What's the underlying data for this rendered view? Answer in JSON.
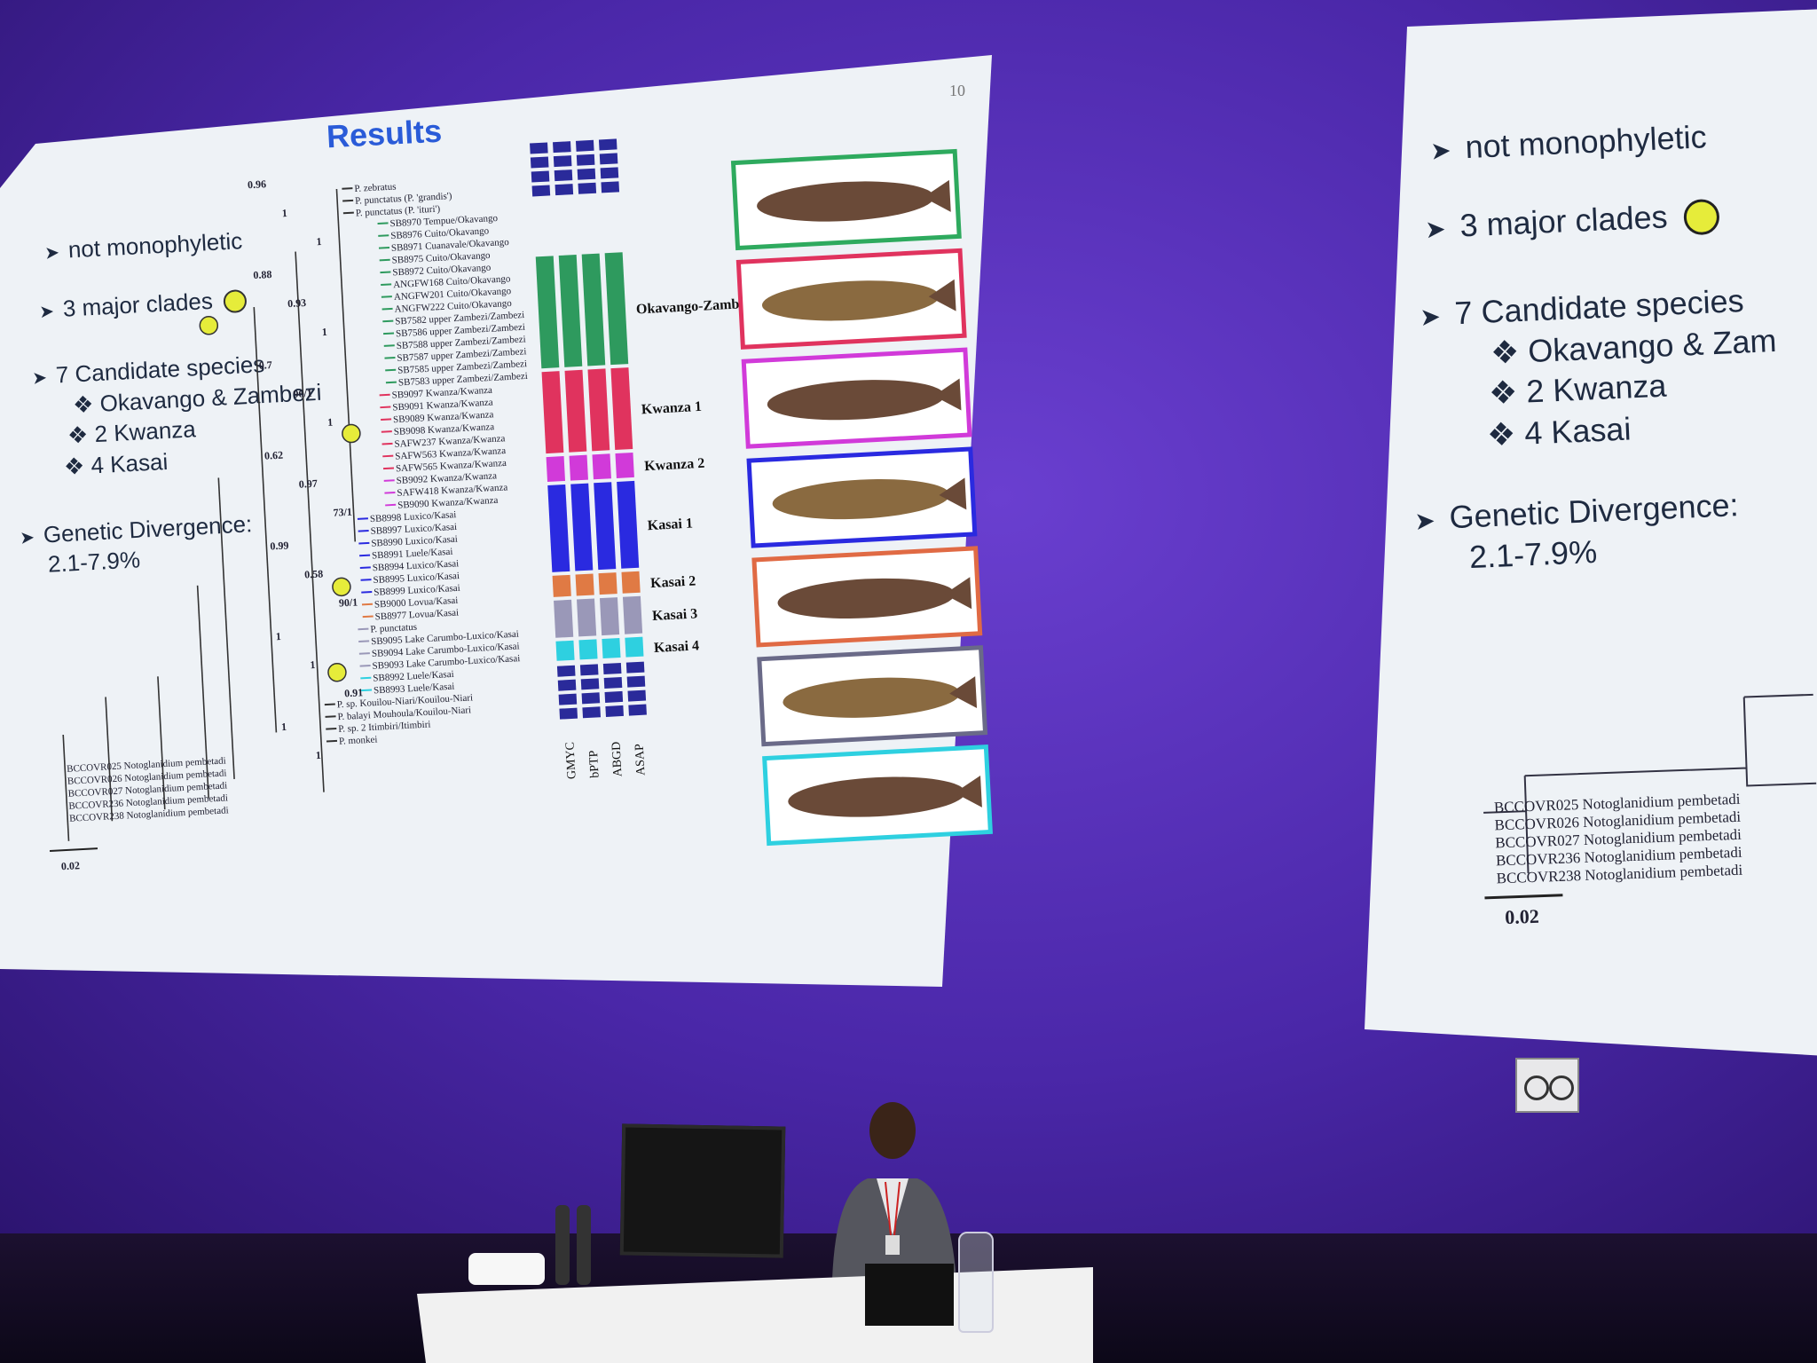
{
  "main_slide": {
    "page_number": "10",
    "title": "Results",
    "bullets": [
      {
        "text": "not monophyletic",
        "icon": "arrow-bullet"
      },
      {
        "text": "3 major clades",
        "icon": "arrow-bullet",
        "marker": "yellow-dot"
      },
      {
        "text": "7 Candidate species",
        "icon": "arrow-bullet"
      }
    ],
    "sub_bullets": [
      "Okavango & Zambezi",
      "2 Kwanza",
      "4 Kasai"
    ],
    "divergence_label": "Genetic Divergence:",
    "divergence_value": "2.1-7.9%",
    "scale_bar": "0.02",
    "tree": {
      "support_values": [
        "0.96",
        "1",
        "1",
        "0.88",
        "0.93",
        "1",
        "0.7",
        "96/1",
        "1",
        "0.62",
        "0.97",
        "73/1",
        "0.99",
        "0.58",
        "90/1",
        "1",
        "1",
        "0.91",
        "1",
        "1"
      ],
      "taxa": [
        "P. zebratus",
        "P. punctatus (P. 'grandis')",
        "P. punctatus (P. 'ituri')",
        "SB8970 Tempue/Okavango",
        "SB8976 Cuito/Okavango",
        "SB8971 Cuanavale/Okavango",
        "SB8975 Cuito/Okavango",
        "SB8972 Cuito/Okavango",
        "ANGFW168 Cuito/Okavango",
        "ANGFW201 Cuito/Okavango",
        "ANGFW222 Cuito/Okavango",
        "SB7582 upper Zambezi/Zambezi",
        "SB7586 upper Zambezi/Zambezi",
        "SB7588 upper Zambezi/Zambezi",
        "SB7587 upper Zambezi/Zambezi",
        "SB7585 upper Zambezi/Zambezi",
        "SB7583 upper Zambezi/Zambezi",
        "SB9097 Kwanza/Kwanza",
        "SB9091 Kwanza/Kwanza",
        "SB9089 Kwanza/Kwanza",
        "SB9098 Kwanza/Kwanza",
        "SAFW237 Kwanza/Kwanza",
        "SAFW563 Kwanza/Kwanza",
        "SAFW565 Kwanza/Kwanza",
        "SB9092 Kwanza/Kwanza",
        "SAFW418 Kwanza/Kwanza",
        "SB9090 Kwanza/Kwanza",
        "SB8998 Luxico/Kasai",
        "SB8997 Luxico/Kasai",
        "SB8990 Luxico/Kasai",
        "SB8991 Luele/Kasai",
        "SB8994 Luxico/Kasai",
        "SB8995 Luxico/Kasai",
        "SB8999 Luxico/Kasai",
        "SB9000 Lovua/Kasai",
        "SB8977 Lovua/Kasai",
        "P. punctatus",
        "SB9095 Lake Carumbo-Luxico/Kasai",
        "SB9094 Lake Carumbo-Luxico/Kasai",
        "SB9093 Lake Carumbo-Luxico/Kasai",
        "SB8992 Luele/Kasai",
        "SB8993 Luele/Kasai",
        "P. sp. Kouilou-Niari/Kouilou-Niari",
        "P. balayi Mouhoula/Kouilou-Niari",
        "P. sp. 2 Itimbiri/Itimbiri",
        "P. monkei"
      ],
      "outgroup": [
        "BCCOVR025 Notoglanidium pembetadi",
        "BCCOVR026 Notoglanidium pembetadi",
        "BCCOVR027 Notoglanidium pembetadi",
        "BCCOVR236 Notoglanidium pembetadi",
        "BCCOVR238 Notoglanidium pembetadi"
      ]
    },
    "clades": [
      {
        "label": "Okavango-Zambezi",
        "color": "#2e9a5e"
      },
      {
        "label": "Kwanza 1",
        "color": "#e0335e"
      },
      {
        "label": "Kwanza 2",
        "color": "#d13ad9"
      },
      {
        "label": "Kasai 1",
        "color": "#2a2ae0"
      },
      {
        "label": "Kasai 2",
        "color": "#e07a44"
      },
      {
        "label": "Kasai 3",
        "color": "#9a98b8"
      },
      {
        "label": "Kasai 4",
        "color": "#2ed0e0"
      }
    ],
    "methods": [
      "GMYC",
      "bPTP",
      "ABGD",
      "ASAP"
    ],
    "fish_frame_colors": [
      "#2eaa5e",
      "#e0335e",
      "#d13ad9",
      "#2a2ae0",
      "#e06a44",
      "#6a6a88",
      "#2ed0e0"
    ]
  },
  "right_slide": {
    "bullets": [
      "not monophyletic",
      "3 major clades",
      "7 Candidate species"
    ],
    "sub_bullets": [
      "Okavango & Zam",
      "2 Kwanza",
      "4 Kasai"
    ],
    "divergence_label": "Genetic Divergence:",
    "divergence_value": "2.1-7.9%",
    "outgroup": [
      "BCCOVR025 Notoglanidium pembetadi",
      "BCCOVR026 Notoglanidium pembetadi",
      "BCCOVR027 Notoglanidium pembetadi",
      "BCCOVR236 Notoglanidium pembetadi",
      "BCCOVR238 Notoglanidium pembetadi"
    ],
    "scale_bar": "0.02"
  },
  "colors": {
    "title_blue": "#2a5bd8",
    "marker_yellow": "#e6ec3a",
    "wall_purple": "#4a27a8"
  }
}
